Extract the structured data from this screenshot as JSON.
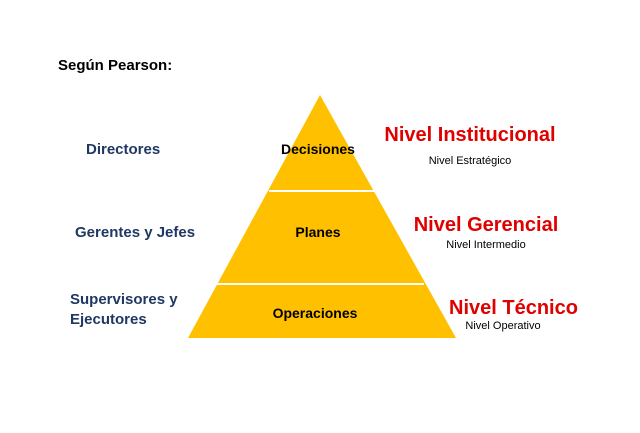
{
  "title": "Según Pearson:",
  "colors": {
    "pyramid_fill": "#FFC000",
    "pyramid_divider": "#FFFFFF",
    "left_label": "#1F3864",
    "level_name": "#E00000",
    "text": "#000000"
  },
  "left_labels": [
    {
      "lines": [
        "Directores"
      ]
    },
    {
      "lines": [
        "Gerentes y Jefes"
      ]
    },
    {
      "lines": [
        "Supervisores y",
        "Ejecutores"
      ]
    }
  ],
  "pyramid": {
    "tiers": [
      {
        "label": "Decisiones"
      },
      {
        "label": "Planes"
      },
      {
        "label": "Operaciones"
      }
    ]
  },
  "levels": [
    {
      "name": "Nivel Institucional",
      "sub": "Nivel  Estratégico"
    },
    {
      "name": "Nivel Gerencial",
      "sub": "Nivel Intermedio"
    },
    {
      "name": "Nivel Técnico",
      "sub": "Nivel Operativo"
    }
  ]
}
